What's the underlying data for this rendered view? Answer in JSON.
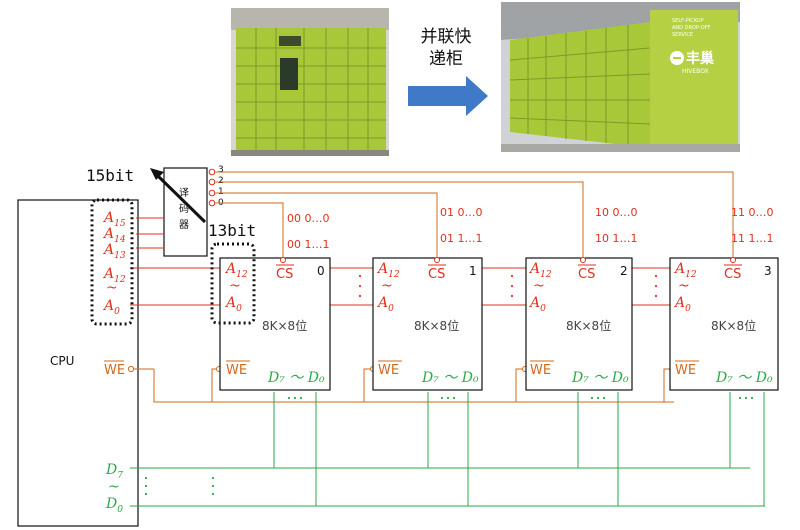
{
  "photos": {
    "arrow_label_line1": "并联快",
    "arrow_label_line2": "递柜",
    "brand": "丰巢",
    "brand_sub": "HIVEBOX",
    "sign_lines": [
      "SELF-PICKUP",
      "AND DROP-OFF",
      "SERVICE"
    ]
  },
  "cpu": {
    "label": "CPU",
    "addr_high": [
      {
        "base": "A",
        "sub": "15"
      },
      {
        "base": "A",
        "sub": "14"
      },
      {
        "base": "A",
        "sub": "13"
      }
    ],
    "addr_mid": {
      "base": "A",
      "sub": "12"
    },
    "addr_tilde": "~",
    "addr_low": {
      "base": "A",
      "sub": "0"
    },
    "we": "WE",
    "data_top": {
      "base": "D",
      "sub": "7"
    },
    "data_tilde": "~",
    "data_bottom": {
      "base": "D",
      "sub": "0"
    }
  },
  "decoder": {
    "label_chars": [
      "译",
      "码",
      "器"
    ],
    "outputs": [
      "3",
      "2",
      "1",
      "0"
    ]
  },
  "annotations": {
    "bits_15": "15bit",
    "bits_13": "13bit"
  },
  "chips": [
    {
      "index": "0",
      "range_lo": "00 0…0",
      "range_hi": "00 1…1"
    },
    {
      "index": "1",
      "range_lo": "01 0…0",
      "range_hi": "01 1…1"
    },
    {
      "index": "2",
      "range_lo": "10 0…0",
      "range_hi": "10 1…1"
    },
    {
      "index": "3",
      "range_lo": "11 0…0",
      "range_hi": "11 1…1"
    }
  ],
  "chip_common": {
    "size": "8K×8位",
    "cs": "CS",
    "we": "WE",
    "a_top": {
      "base": "A",
      "sub": "12"
    },
    "a_tilde": "~",
    "a_bottom": {
      "base": "A",
      "sub": "0"
    },
    "d_range": "D₇ ～ D₀"
  },
  "colors": {
    "red": "#e0301e",
    "orange": "#d2691e",
    "green": "#2aa84a",
    "black": "#111111",
    "locker": "#a8c83a"
  }
}
